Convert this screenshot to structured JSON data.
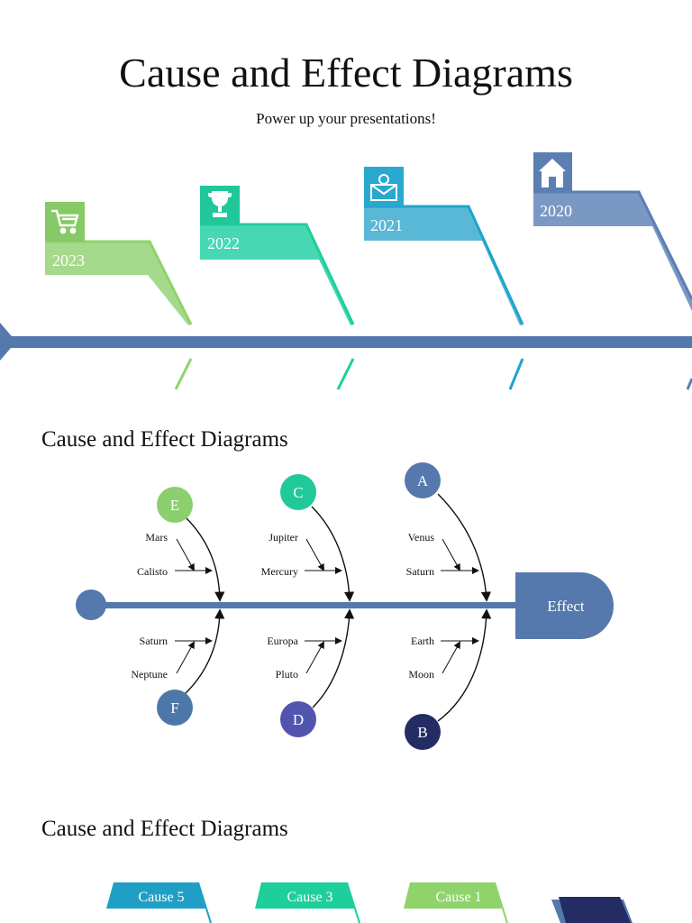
{
  "header": {
    "title": "Cause and Effect Diagrams",
    "subtitle": "Power up your presentations!"
  },
  "timeline": {
    "flags": [
      {
        "year": "2023",
        "icon": "shopping-cart-icon",
        "color": "#a5d98c",
        "icon_bg": "#86c966",
        "line": "#8fd46a"
      },
      {
        "year": "2022",
        "icon": "trophy-icon",
        "color": "#45d8b3",
        "icon_bg": "#1fc79a",
        "line": "#1fcf9b"
      },
      {
        "year": "2021",
        "icon": "email-icon",
        "color": "#58b8d6",
        "icon_bg": "#2aa8cf",
        "line": "#1fa3cc"
      },
      {
        "year": "2020",
        "icon": "house-icon",
        "color": "#7b98c4",
        "icon_bg": "#5b7fb3",
        "line": "#5a7fb2"
      }
    ]
  },
  "fishbone": {
    "section_title": "Cause and Effect Diagrams",
    "effect_label": "Effect",
    "bones": [
      {
        "letter": "E",
        "color": "#8ccf6e",
        "items": [
          "Mars",
          "Calisto"
        ]
      },
      {
        "letter": "C",
        "color": "#21c99a",
        "items": [
          "Jupiter",
          "Mercury"
        ]
      },
      {
        "letter": "A",
        "color": "#5578ad",
        "items": [
          "Venus",
          "Saturn"
        ]
      },
      {
        "letter": "F",
        "color": "#4e77a9",
        "items": [
          "Saturn",
          "Neptune"
        ]
      },
      {
        "letter": "D",
        "color": "#5155b0",
        "items": [
          "Europa",
          "Pluto"
        ]
      },
      {
        "letter": "B",
        "color": "#232d63",
        "items": [
          "Earth",
          "Moon"
        ]
      }
    ]
  },
  "causes_section": {
    "section_title": "Cause and Effect Diagrams",
    "tabs": [
      {
        "label": "Cause 5",
        "color": "#1f9fc6"
      },
      {
        "label": "Cause 3",
        "color": "#1fcf9b"
      },
      {
        "label": "Cause 1",
        "color": "#8fd46a"
      }
    ]
  }
}
